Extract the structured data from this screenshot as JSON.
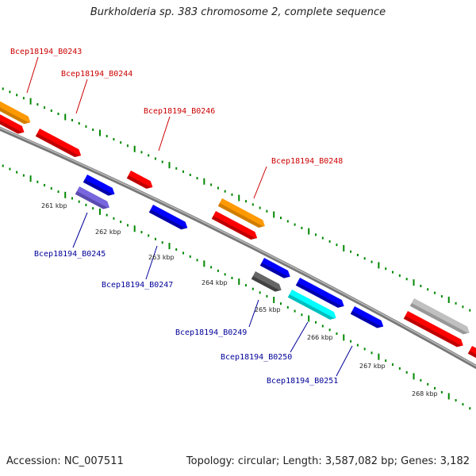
{
  "title": "Burkholderia sp. 383 chromosome 2, complete sequence",
  "footer": {
    "accession": "Accession: NC_007511",
    "summary": "Topology: circular; Length: 3,587,082 bp; Genes: 3,182"
  },
  "colors": {
    "forward_label": "#cc0000",
    "reverse_label": "#000099",
    "backbone": "#888888",
    "tick": "#008800",
    "red": "#ff0000",
    "orange": "#ff9900",
    "blue": "#0000ff",
    "lavender": "#7766dd",
    "gray": "#666666",
    "cyan": "#00ffff",
    "light_gray": "#c0c0c0"
  },
  "tick_labels": [
    "261 kbp",
    "262 kbp",
    "263 kbp",
    "264 kbp",
    "265 kbp",
    "266 kbp",
    "267 kbp",
    "268 kbp"
  ],
  "forward_genes": [
    {
      "label": "Bcep18194_B0243"
    },
    {
      "label": "Bcep18194_B0244"
    },
    {
      "label": "Bcep18194_B0246"
    },
    {
      "label": "Bcep18194_B0248"
    }
  ],
  "reverse_genes": [
    {
      "label": "Bcep18194_B0245"
    },
    {
      "label": "Bcep18194_B0247"
    },
    {
      "label": "Bcep18194_B0249"
    },
    {
      "label": "Bcep18194_B0250"
    },
    {
      "label": "Bcep18194_B0251"
    }
  ]
}
